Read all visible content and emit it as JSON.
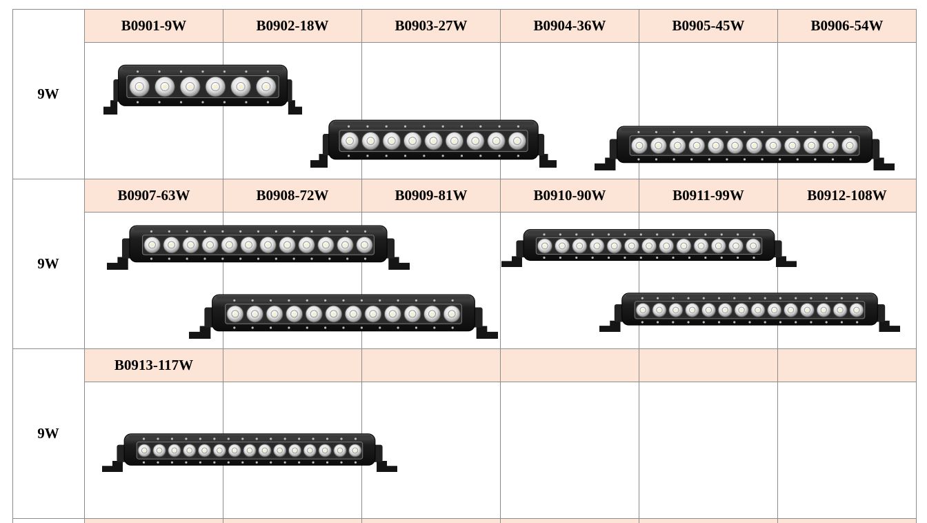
{
  "row_labels": [
    "9W",
    "9W",
    "9W"
  ],
  "models": [
    [
      "B0901-9W",
      "B0902-18W",
      "B0903-27W",
      "B0904-36W",
      "B0905-45W",
      "B0906-54W"
    ],
    [
      "B0907-63W",
      "B0908-72W",
      "B0909-81W",
      "B0910-90W",
      "B0911-99W",
      "B0912-108W"
    ],
    [
      "B0913-117W",
      "",
      "",
      "",
      "",
      ""
    ]
  ],
  "product_icon": "led-light-bar-icon",
  "colors": {
    "header_fill": "#fce4d6",
    "grid_line": "#8c8c8c",
    "bar_body": "#1e1e1e",
    "led_lens": "#e6e6e6"
  }
}
